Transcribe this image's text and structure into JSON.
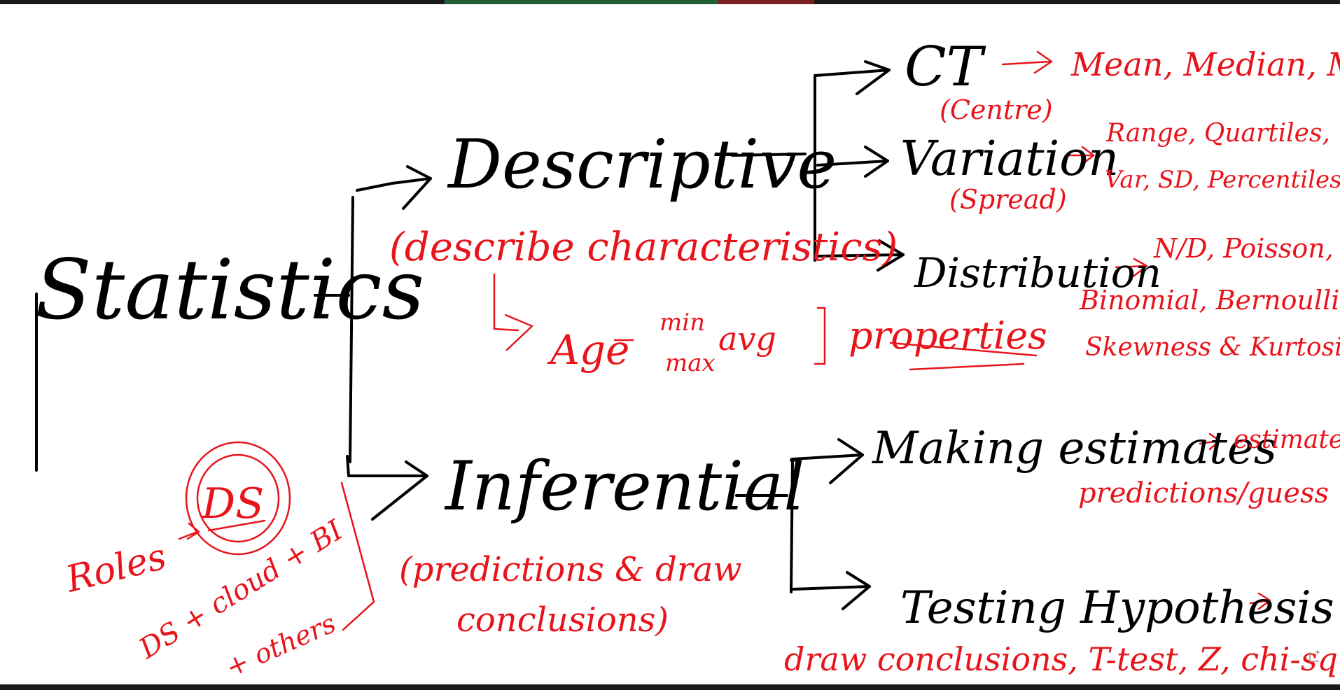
{
  "colors": {
    "ink": "#000000",
    "annotation": "#e8141b",
    "background": "#ffffff"
  },
  "nodes": {
    "root": "Statistics",
    "descriptive": "Descriptive",
    "descriptive_note": "(describe characteristics)",
    "inferential": "Inferential",
    "inferential_note_1": "(predictions & draw",
    "inferential_note_2": "conclusions)",
    "ct": "CT",
    "ct_note": "(Centre)",
    "ct_examples": "Mean, Median, Mode",
    "variation": "Variation",
    "variation_note": "(Spread)",
    "variation_examples_1": "Range, Quartiles,",
    "variation_examples_2": "Var, SD, Percentiles",
    "distribution": "Distribution",
    "distribution_examples_1": "N/D, Poisson,",
    "distribution_examples_2": "Binomial, Bernoulli",
    "distribution_examples_3": "Skewness & Kurtosis",
    "making_estimates": "Making estimates",
    "estimates_examples_1": "estimates",
    "estimates_examples_2": "predictions/guess",
    "testing_hypothesis": "Testing Hypothesis",
    "hypothesis_examples": "draw conclusions, T-test, Z, chi-square"
  },
  "example": {
    "age": "Age",
    "min": "min",
    "max": "max",
    "avg": "avg",
    "properties": "properties"
  },
  "side_note": {
    "roles": "Roles",
    "ds": "DS",
    "combo_1": "DS + cloud + BI",
    "combo_2": "+ others"
  },
  "icons": {
    "corner": "expand-corner-icon"
  }
}
